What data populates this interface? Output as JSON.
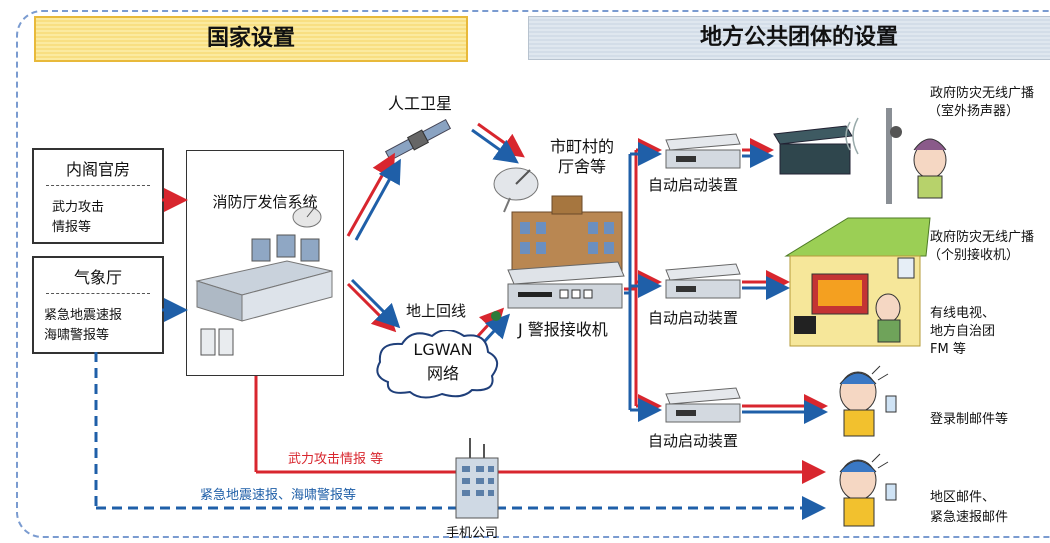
{
  "headers": {
    "national": "国家设置",
    "local": "地方公共团体的设置"
  },
  "sources": {
    "cabinet": {
      "title": "内阁官房",
      "line1": "武力攻击",
      "line2": "情报等"
    },
    "jma": {
      "title": "气象厅",
      "line1": "紧急地震速报",
      "line2": "海啸警报等"
    }
  },
  "fdma": {
    "label": "消防厅发信系统"
  },
  "satellite": {
    "label": "人工卫星"
  },
  "municipal": {
    "line1": "市町村的",
    "line2": "厅舍等"
  },
  "ground_line": {
    "label": "地上回线"
  },
  "lgwan": {
    "line1": "LGWAN",
    "line2": "网络"
  },
  "receiver": {
    "label": "J 警报接收机"
  },
  "auto_start": {
    "label1": "自动启动装置",
    "label2": "自动启动装置",
    "label3": "自动启动装置"
  },
  "outputs": {
    "outdoor": {
      "line1": "政府防灾无线广播",
      "line2": "（室外扬声器）"
    },
    "individual": {
      "line1": "政府防灾无线广播",
      "line2": "（个别接收机）"
    },
    "cable": {
      "line1": "有线电视、",
      "line2": "地方自治团",
      "line3": "FM 等"
    },
    "registered_mail": {
      "label": "登录制邮件等"
    },
    "area_mail": {
      "line1": "地区邮件、",
      "line2": "紧急速报邮件"
    }
  },
  "paths": {
    "armed_attack": "武力攻击情报 等",
    "quake_tsunami": "紧急地震速报、海啸警报等"
  },
  "mobile_company": {
    "label": "手机公司"
  },
  "colors": {
    "red": "#d8262e",
    "blue": "#1f5fa8",
    "frame": "#7a9bd0",
    "national_bg": "#f8df82",
    "local_bg": "#d3dde8"
  }
}
